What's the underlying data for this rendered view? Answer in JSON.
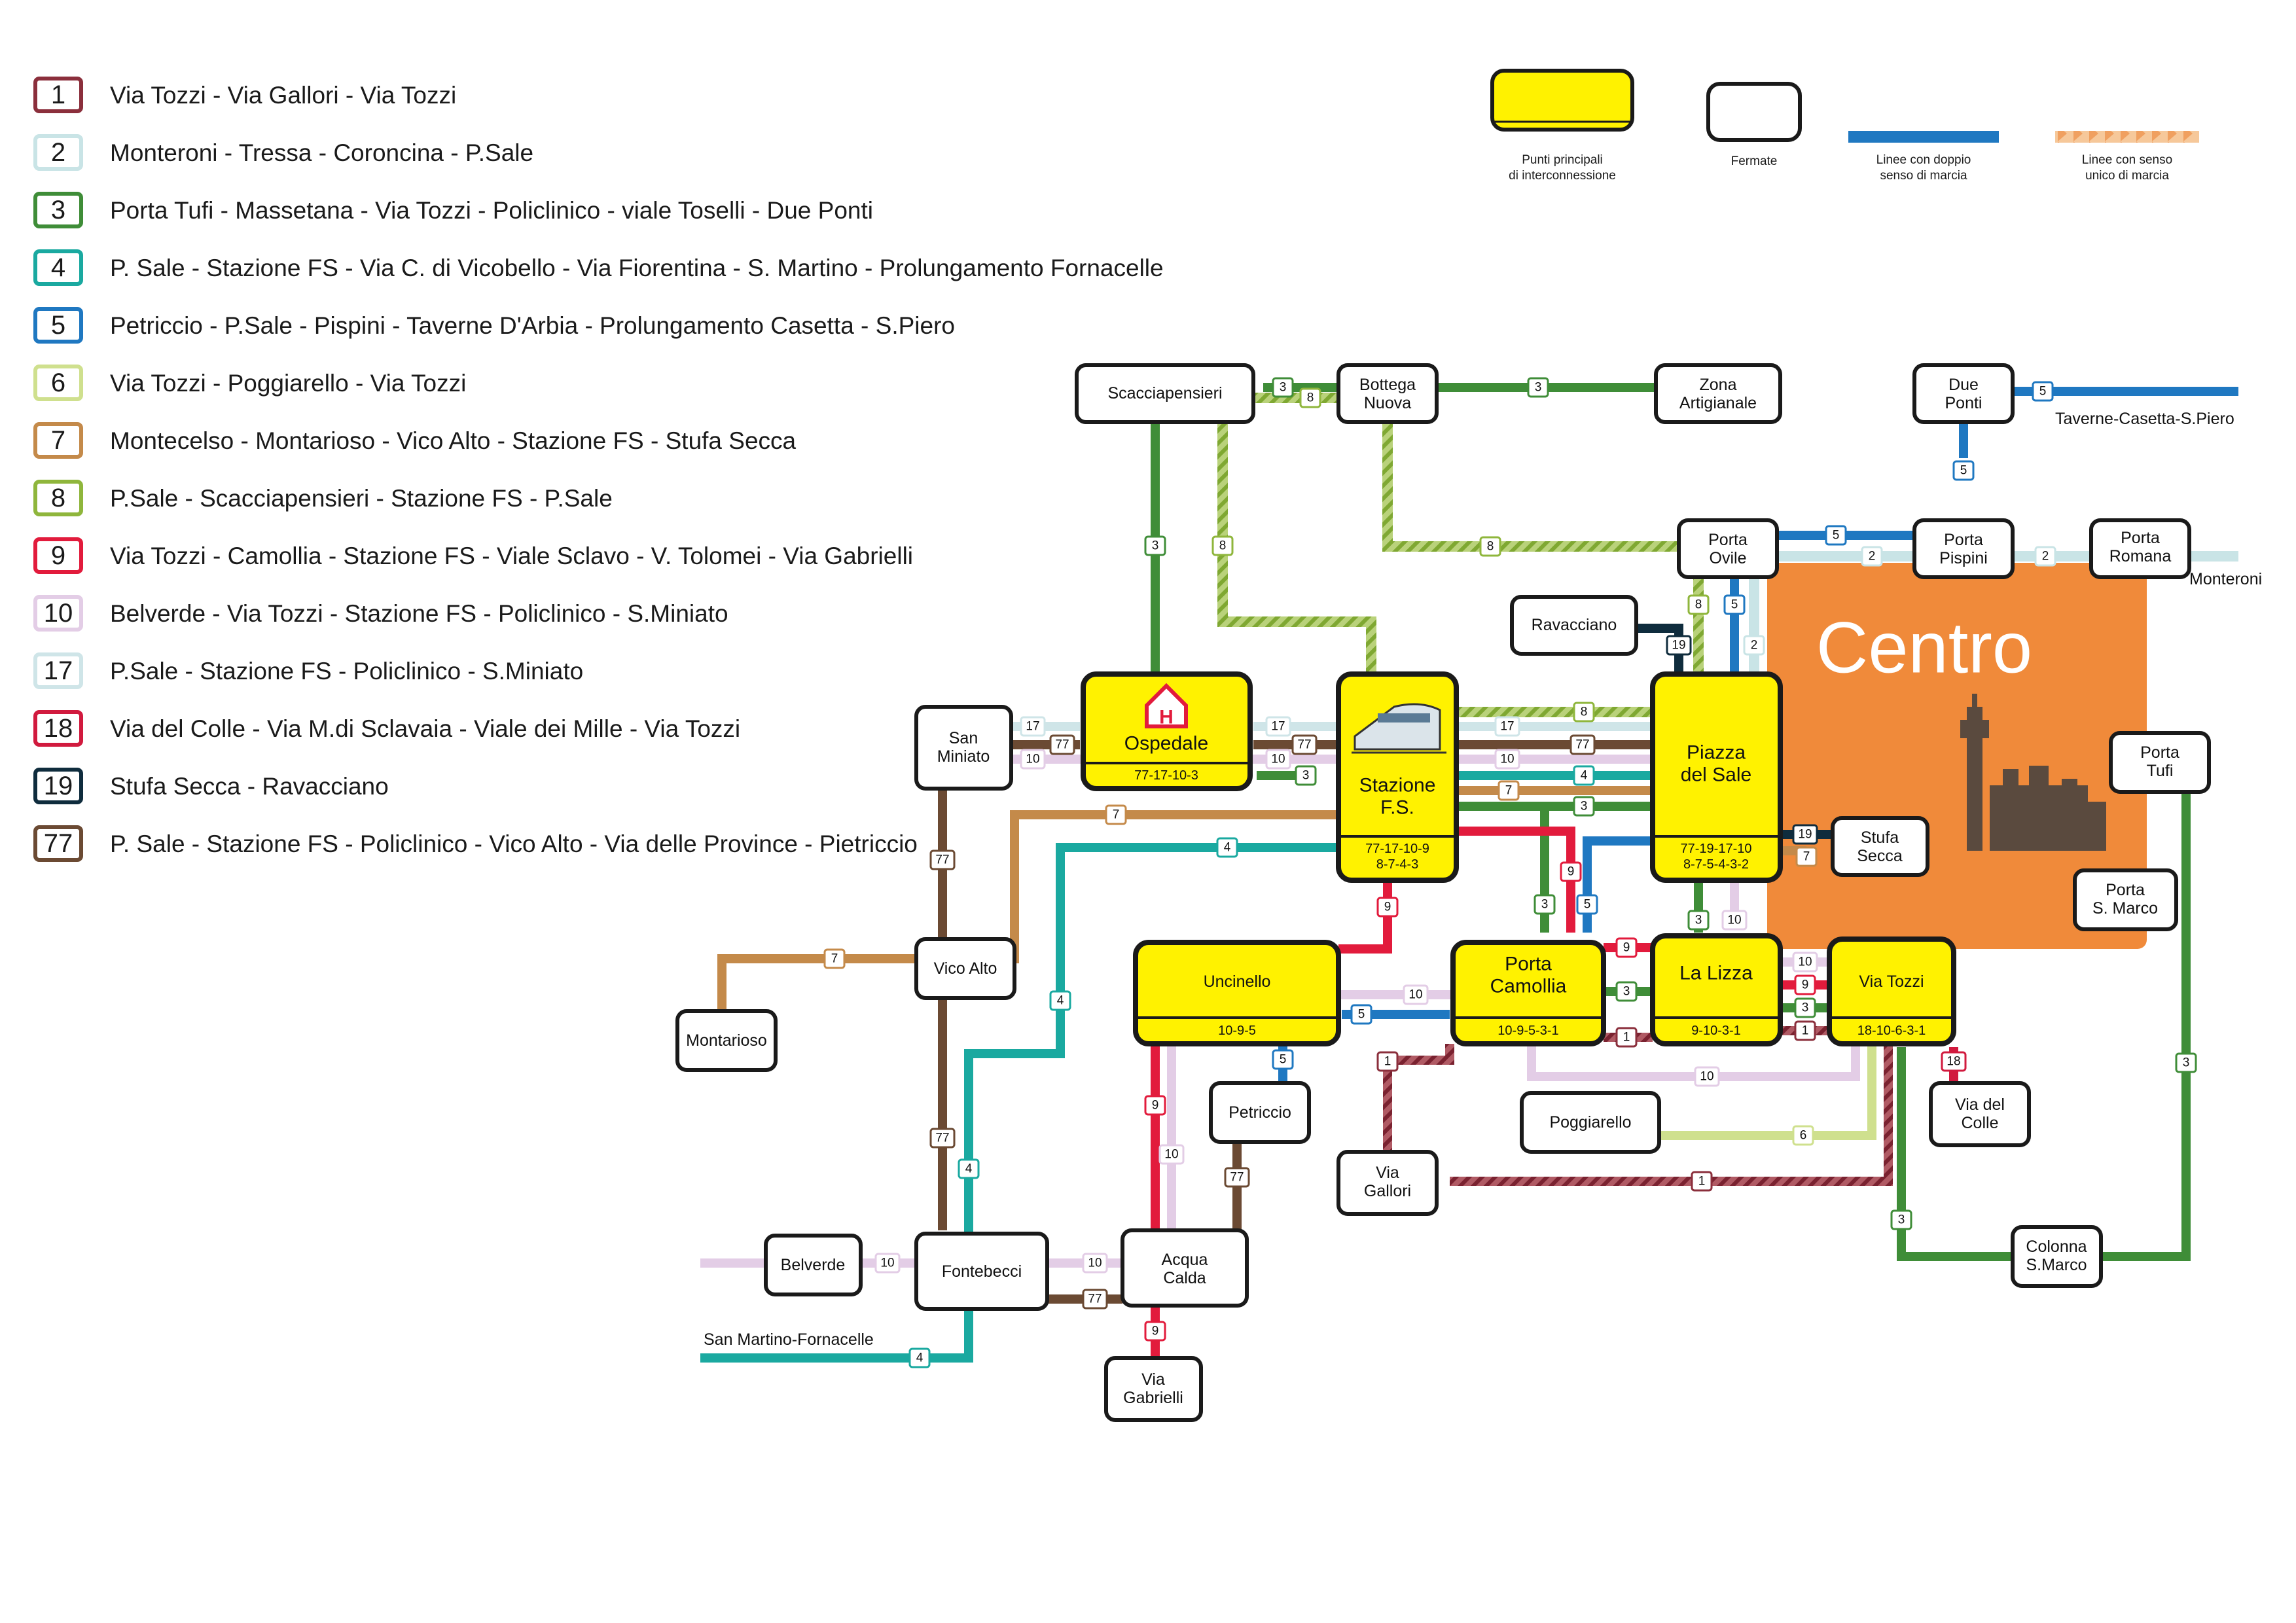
{
  "colors": {
    "1": "#8b2f3c",
    "2": "#c9e4e6",
    "3": "#3f8d38",
    "4": "#1aa9a0",
    "5": "#1f78c1",
    "6": "#cfe08e",
    "7": "#c48a4a",
    "8": "#8fb63c",
    "9": "#e21b3c",
    "10": "#e3cde6",
    "17": "#cfe5e8",
    "18": "#d11a3e",
    "19": "#0f2c3d",
    "77": "#6b4a33",
    "hub": "#fff200",
    "centro": "#f08a3a",
    "stop_border": "#1a1a1a"
  },
  "legend": [
    {
      "num": "1",
      "text": "Via Tozzi - Via Gallori - Via Tozzi"
    },
    {
      "num": "2",
      "text": "Monteroni - Tressa - Coroncina - P.Sale"
    },
    {
      "num": "3",
      "text": "Porta Tufi - Massetana - Via Tozzi - Policlinico - viale Toselli - Due Ponti"
    },
    {
      "num": "4",
      "text": "P. Sale - Stazione FS - Via C. di Vicobello - Via Fiorentina - S. Martino - Prolungamento Fornacelle"
    },
    {
      "num": "5",
      "text": "Petriccio - P.Sale - Pispini - Taverne D'Arbia - Prolungamento Casetta - S.Piero"
    },
    {
      "num": "6",
      "text": "Via Tozzi - Poggiarello - Via Tozzi"
    },
    {
      "num": "7",
      "text": "Montecelso - Montarioso - Vico Alto - Stazione FS - Stufa Secca"
    },
    {
      "num": "8",
      "text": "P.Sale - Scacciapensieri - Stazione FS - P.Sale"
    },
    {
      "num": "9",
      "text": "Via Tozzi - Camollia - Stazione FS - Viale Sclavo - V. Tolomei - Via Gabrielli"
    },
    {
      "num": "10",
      "text": "Belverde - Via Tozzi - Stazione FS - Policlinico - S.Miniato"
    },
    {
      "num": "17",
      "text": "P.Sale - Stazione FS - Policlinico - S.Miniato"
    },
    {
      "num": "18",
      "text": "Via del Colle - Via M.di Sclavaia - Viale dei Mille - Via Tozzi"
    },
    {
      "num": "19",
      "text": "Stufa Secca - Ravacciano"
    },
    {
      "num": "77",
      "text": "P. Sale - Stazione FS - Policlinico - Vico Alto - Via delle Province - Pietriccio"
    }
  ],
  "key": {
    "hub_line1": "Punti principali",
    "hub_line2": "di interconnessione",
    "stop": "Fermate",
    "double_line1": "Linee con doppio",
    "double_line2": "senso di marcia",
    "single_line1": "Linee con senso",
    "single_line2": "unico di marcia"
  },
  "centro": "Centro",
  "hubs": {
    "ospedale": {
      "name": "Ospedale",
      "code": "77-17-10-3"
    },
    "stazione": {
      "name1": "Stazione",
      "name2": "F.S.",
      "code1": "77-17-10-9",
      "code2": "8-7-4-3"
    },
    "piazza": {
      "name1": "Piazza",
      "name2": "del Sale",
      "code1": "77-19-17-10",
      "code2": "8-7-5-4-3-2"
    },
    "uncinello": {
      "name": "Uncinello",
      "code": "10-9-5"
    },
    "camollia": {
      "name1": "Porta",
      "name2": "Camollia",
      "code": "10-9-5-3-1"
    },
    "lizza": {
      "name": "La Lizza",
      "code": "9-10-3-1"
    },
    "tozzi": {
      "name": "Via Tozzi",
      "code": "18-10-6-3-1"
    }
  },
  "stops": {
    "scacciapensieri": [
      "Scacciapensieri"
    ],
    "bottega": [
      "Bottega",
      "Nuova"
    ],
    "zona": [
      "Zona",
      "Artigianale"
    ],
    "dueponti": [
      "Due",
      "Ponti"
    ],
    "ovile": [
      "Porta",
      "Ovile"
    ],
    "pispini": [
      "Porta",
      "Pispini"
    ],
    "romana": [
      "Porta",
      "Romana"
    ],
    "ravacciano": [
      "Ravacciano"
    ],
    "sanminiato": [
      "San",
      "Miniato"
    ],
    "stufa": [
      "Stufa",
      "Secca"
    ],
    "portatufi": [
      "Porta",
      "Tufi"
    ],
    "smarco": [
      "Porta",
      "S. Marco"
    ],
    "vicoalto": [
      "Vico Alto"
    ],
    "montarioso": [
      "Montarioso"
    ],
    "petriccio": [
      "Petriccio"
    ],
    "poggiarello": [
      "Poggiarello"
    ],
    "viagallori": [
      "Via",
      "Gallori"
    ],
    "viadelcolle": [
      "Via del",
      "Colle"
    ],
    "colonna": [
      "Colonna",
      "S.Marco"
    ],
    "belverde": [
      "Belverde"
    ],
    "fontebecci": [
      "Fontebecci"
    ],
    "acquacalda": [
      "Acqua",
      "Calda"
    ],
    "gabrielli": [
      "Via",
      "Gabrielli"
    ]
  },
  "labels": {
    "taverne": "Taverne-Casetta-S.Piero",
    "monteroni": "Monteroni",
    "sanmartino": "San Martino-Fornacelle"
  }
}
